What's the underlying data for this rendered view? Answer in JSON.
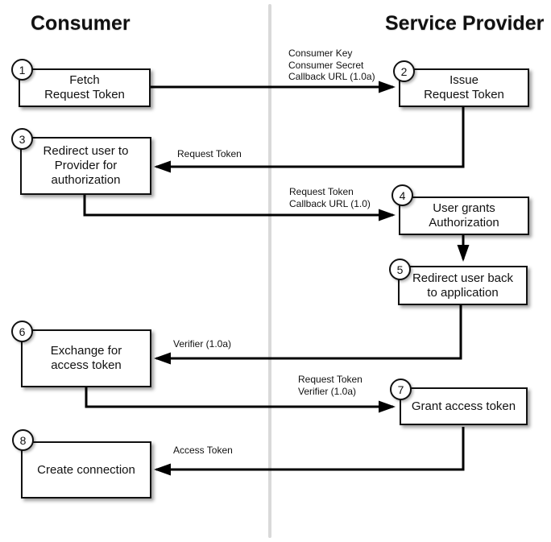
{
  "diagram": {
    "lanes": [
      {
        "label": "Consumer"
      },
      {
        "label": "Service Provider"
      }
    ],
    "steps": [
      {
        "num": "1",
        "lines": [
          "Fetch",
          "Request Token"
        ]
      },
      {
        "num": "2",
        "lines": [
          "Issue",
          "Request Token"
        ]
      },
      {
        "num": "3",
        "lines": [
          "Redirect user to",
          "Provider for",
          "authorization"
        ]
      },
      {
        "num": "4",
        "lines": [
          "User grants",
          "Authorization"
        ]
      },
      {
        "num": "5",
        "lines": [
          "Redirect user back",
          "to application"
        ]
      },
      {
        "num": "6",
        "lines": [
          "Exchange for",
          "access token"
        ]
      },
      {
        "num": "7",
        "lines": [
          "Grant access token"
        ]
      },
      {
        "num": "8",
        "lines": [
          "Create connection"
        ]
      }
    ],
    "arrow_labels": [
      {
        "lines": [
          "Consumer Key",
          "Consumer Secret",
          "Callback URL (1.0a)"
        ]
      },
      {
        "lines": [
          "Request Token"
        ]
      },
      {
        "lines": [
          "Request Token",
          "Callback URL (1.0)"
        ]
      },
      {
        "lines": [
          "Verifier (1.0a)"
        ]
      },
      {
        "lines": [
          "Request Token",
          "Verifier (1.0a)"
        ]
      },
      {
        "lines": [
          "Access Token"
        ]
      }
    ],
    "colors": {
      "line": "#000000",
      "box_border": "#111111",
      "box_fill": "#ffffff",
      "divider": "#d9d9d9",
      "text": "#111111"
    }
  }
}
